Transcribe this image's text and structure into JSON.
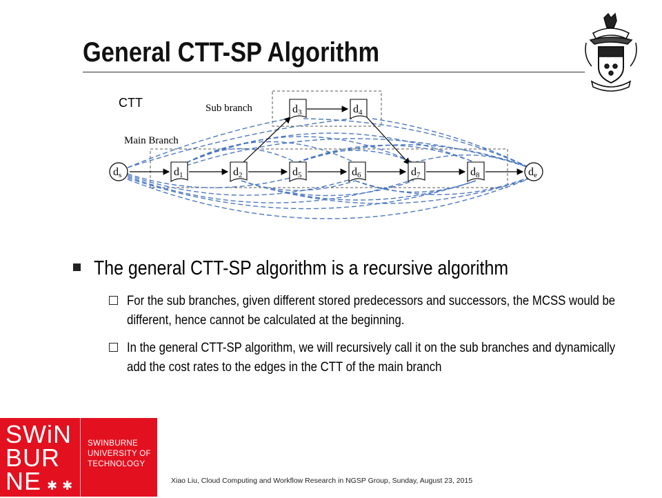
{
  "slide": {
    "title": "General CTT-SP Algorithm",
    "footer": "Xiao Liu, Cloud Computing and Workflow Research in NGSP Group, Sunday, August 23, 2015"
  },
  "diagram": {
    "ctt_label": "CTT",
    "sub_branch_label": "Sub branch",
    "main_branch_label": "Main Branch",
    "nodes": {
      "ds": {
        "base": "d",
        "sub": "s"
      },
      "d1": {
        "base": "d",
        "sub": "1"
      },
      "d2": {
        "base": "d",
        "sub": "2"
      },
      "d3": {
        "base": "d",
        "sub": "3"
      },
      "d4": {
        "base": "d",
        "sub": "4"
      },
      "d5": {
        "base": "d",
        "sub": "5"
      },
      "d6": {
        "base": "d",
        "sub": "6"
      },
      "d7": {
        "base": "d",
        "sub": "7"
      },
      "d8": {
        "base": "d",
        "sub": "8"
      },
      "de": {
        "base": "d",
        "sub": "e"
      }
    },
    "edge_color": "#4a77c2"
  },
  "bullets": {
    "main": "The general CTT-SP algorithm is a recursive algorithm",
    "sub1": "For the sub branches, given different stored predecessors and successors, the MCSS would be different, hence cannot be calculated at the beginning.",
    "sub2": "In the general CTT-SP algorithm, we will recursively call it on the sub branches and dynamically add the cost rates to the edges in the CTT of the main branch"
  },
  "logo": {
    "wordmark": [
      "SWiN",
      "BUR",
      "NE"
    ],
    "institution": [
      "SWINBURNE",
      "UNIVERSITY OF",
      "TECHNOLOGY"
    ],
    "brand_color": "#e3101f"
  }
}
